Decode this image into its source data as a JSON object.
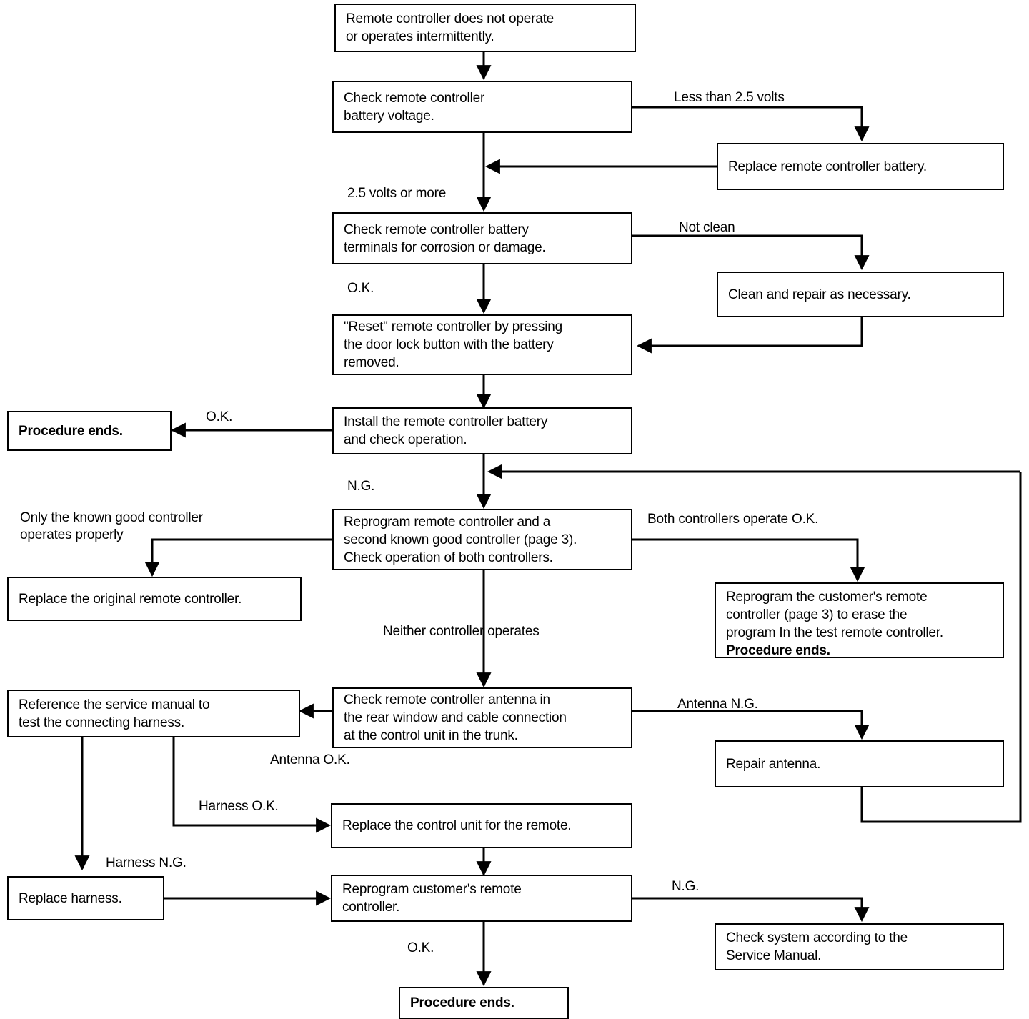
{
  "diagram": {
    "title": "Remote controller troubleshooting flowchart",
    "line_color": "#000000",
    "box_border_color": "#000000",
    "background_color": "#ffffff"
  },
  "boxes": [
    {
      "id": "symptom",
      "text": "Remote controller does not operate\nor operates intermittently."
    },
    {
      "id": "check_voltage",
      "text": "Check remote controller\nbattery voltage."
    },
    {
      "id": "replace_battery",
      "text": "Replace remote controller battery."
    },
    {
      "id": "check_terminals",
      "text": "Check remote controller battery\nterminals for corrosion or damage."
    },
    {
      "id": "clean_repair",
      "text": "Clean and repair as necessary."
    },
    {
      "id": "reset_controller",
      "text": "\"Reset\" remote controller by pressing\nthe door lock button with the battery\nremoved."
    },
    {
      "id": "install_battery",
      "text": "Install the remote controller battery\nand check operation."
    },
    {
      "id": "procedure_ends_1",
      "text": "Procedure ends."
    },
    {
      "id": "reprogram_two",
      "text": "Reprogram remote controller and a\nsecond known good controller (page 3).\nCheck operation of both controllers."
    },
    {
      "id": "replace_original",
      "text": "Replace the original remote controller."
    },
    {
      "id": "reprogram_customer_erase",
      "text": "Reprogram the customer's remote\ncontroller (page 3) to erase the\nprogram In the test remote controller.",
      "bold_tail": "Procedure ends."
    },
    {
      "id": "check_antenna",
      "text": "Check remote controller antenna in\nthe rear window and cable connection\nat the control unit in the trunk."
    },
    {
      "id": "reference_manual",
      "text": "Reference the service manual to\ntest the connecting harness."
    },
    {
      "id": "repair_antenna",
      "text": "Repair antenna."
    },
    {
      "id": "replace_control_unit",
      "text": "Replace the control unit for the remote."
    },
    {
      "id": "replace_harness",
      "text": "Replace harness."
    },
    {
      "id": "reprogram_customer",
      "text": "Reprogram customer's remote\ncontroller."
    },
    {
      "id": "check_system",
      "text": "Check system according to the\nService Manual."
    },
    {
      "id": "procedure_ends_2",
      "text": "Procedure ends."
    }
  ],
  "edge_labels": [
    {
      "id": "less_than",
      "text": "Less than 2.5 volts"
    },
    {
      "id": "volts_or_more",
      "text": "2.5 volts or more"
    },
    {
      "id": "not_clean",
      "text": "Not clean"
    },
    {
      "id": "ok_terminals",
      "text": "O.K."
    },
    {
      "id": "ok_install",
      "text": "O.K."
    },
    {
      "id": "ng_install",
      "text": "N.G."
    },
    {
      "id": "only_known_good",
      "text": "Only the known good controller\noperates properly"
    },
    {
      "id": "both_ok",
      "text": "Both controllers operate O.K."
    },
    {
      "id": "neither_operates",
      "text": "Neither controller operates"
    },
    {
      "id": "antenna_ng",
      "text": "Antenna N.G."
    },
    {
      "id": "antenna_ok",
      "text": "Antenna O.K."
    },
    {
      "id": "harness_ok",
      "text": "Harness O.K."
    },
    {
      "id": "harness_ng",
      "text": "Harness N.G."
    },
    {
      "id": "ng_reprogram",
      "text": "N.G."
    },
    {
      "id": "ok_reprogram",
      "text": "O.K."
    }
  ]
}
